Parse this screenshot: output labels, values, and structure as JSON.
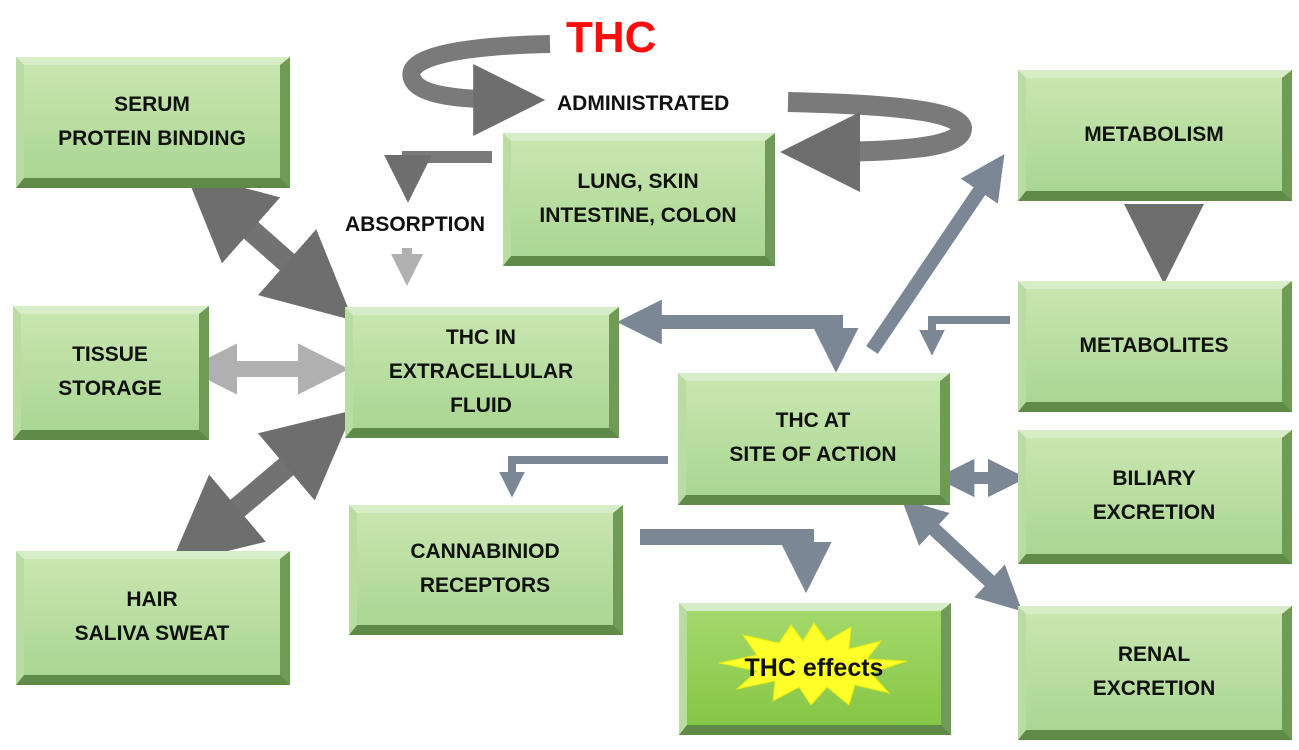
{
  "title": "THC",
  "labels": {
    "administrated": "ADMINISTRATED",
    "absorption": "ABSORPTION"
  },
  "boxes": {
    "serum": [
      "SERUM",
      "PROTEIN BINDING"
    ],
    "tissue": [
      "TISSUE",
      "STORAGE"
    ],
    "hair": [
      "HAIR",
      "SALIVA SWEAT"
    ],
    "lung": [
      "LUNG, SKIN",
      "INTESTINE, COLON"
    ],
    "extracellular": [
      "THC IN",
      "EXTRACELLULAR",
      "FLUID"
    ],
    "site_of_action": [
      "THC AT",
      "SITE OF ACTION"
    ],
    "cannabinoid": [
      "CANNABINIOD",
      "RECEPTORS"
    ],
    "effects": "THC effects",
    "metabolism": [
      "METABOLISM"
    ],
    "metabolites": [
      "METABOLITES"
    ],
    "biliary": [
      "BILIARY",
      "EXCRETION"
    ],
    "renal": [
      "RENAL",
      "EXCRETION"
    ]
  },
  "colors": {
    "title": "#ff0d0d",
    "box_fill": "#aad693",
    "effects_fill": "#8ccb4b",
    "burst": "#ffff2a",
    "arrow_dark": "#6e6e6e",
    "arrow_mid": "#7b8794",
    "arrow_light": "#b0b0b0"
  }
}
